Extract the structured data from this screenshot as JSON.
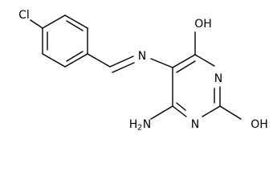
{
  "molecule": {
    "labels": {
      "cl": "Cl",
      "n_imine": "N",
      "oh_top": "OH",
      "n_ring_right": "N",
      "oh_bottom_right": "OH",
      "n_ring_bottom": "N",
      "nh2_prefix": "H",
      "nh2_sub": "2",
      "nh2_suffix": "N"
    },
    "colors": {
      "bond": "#000000",
      "text": "#000000",
      "background": "#ffffff"
    }
  }
}
